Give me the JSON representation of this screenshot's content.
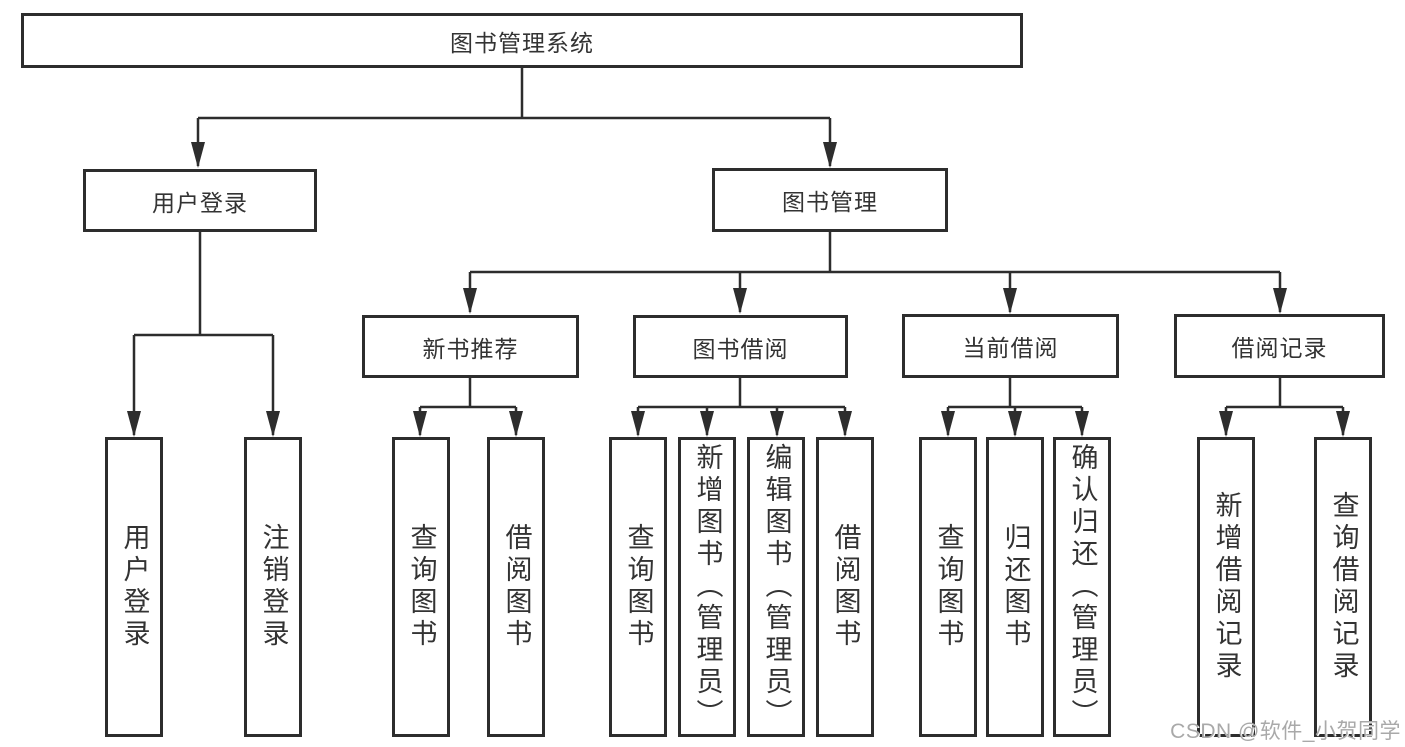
{
  "tree": {
    "label": "图书管理系统",
    "children": [
      {
        "label": "用户登录",
        "children": [
          {
            "label": "用户登录"
          },
          {
            "label": "注销登录"
          }
        ]
      },
      {
        "label": "图书管理",
        "children": [
          {
            "label": "新书推荐",
            "children": [
              {
                "label": "查询图书"
              },
              {
                "label": "借阅图书"
              }
            ]
          },
          {
            "label": "图书借阅",
            "children": [
              {
                "label": "查询图书"
              },
              {
                "label": "新增图书（管理员）"
              },
              {
                "label": "编辑图书（管理员）"
              },
              {
                "label": "借阅图书"
              }
            ]
          },
          {
            "label": "当前借阅",
            "children": [
              {
                "label": "查询图书"
              },
              {
                "label": "归还图书"
              },
              {
                "label": "确认归还（管理员）"
              }
            ]
          },
          {
            "label": "借阅记录",
            "children": [
              {
                "label": "新增借阅记录"
              },
              {
                "label": "查询借阅记录"
              }
            ]
          }
        ]
      }
    ]
  },
  "watermark": {
    "text": "CSDN @软件_小贺同学"
  },
  "colors": {
    "line": "#2d2d2d",
    "text": "#333333",
    "background": "#ffffff",
    "watermark": "#a9a9a9"
  }
}
